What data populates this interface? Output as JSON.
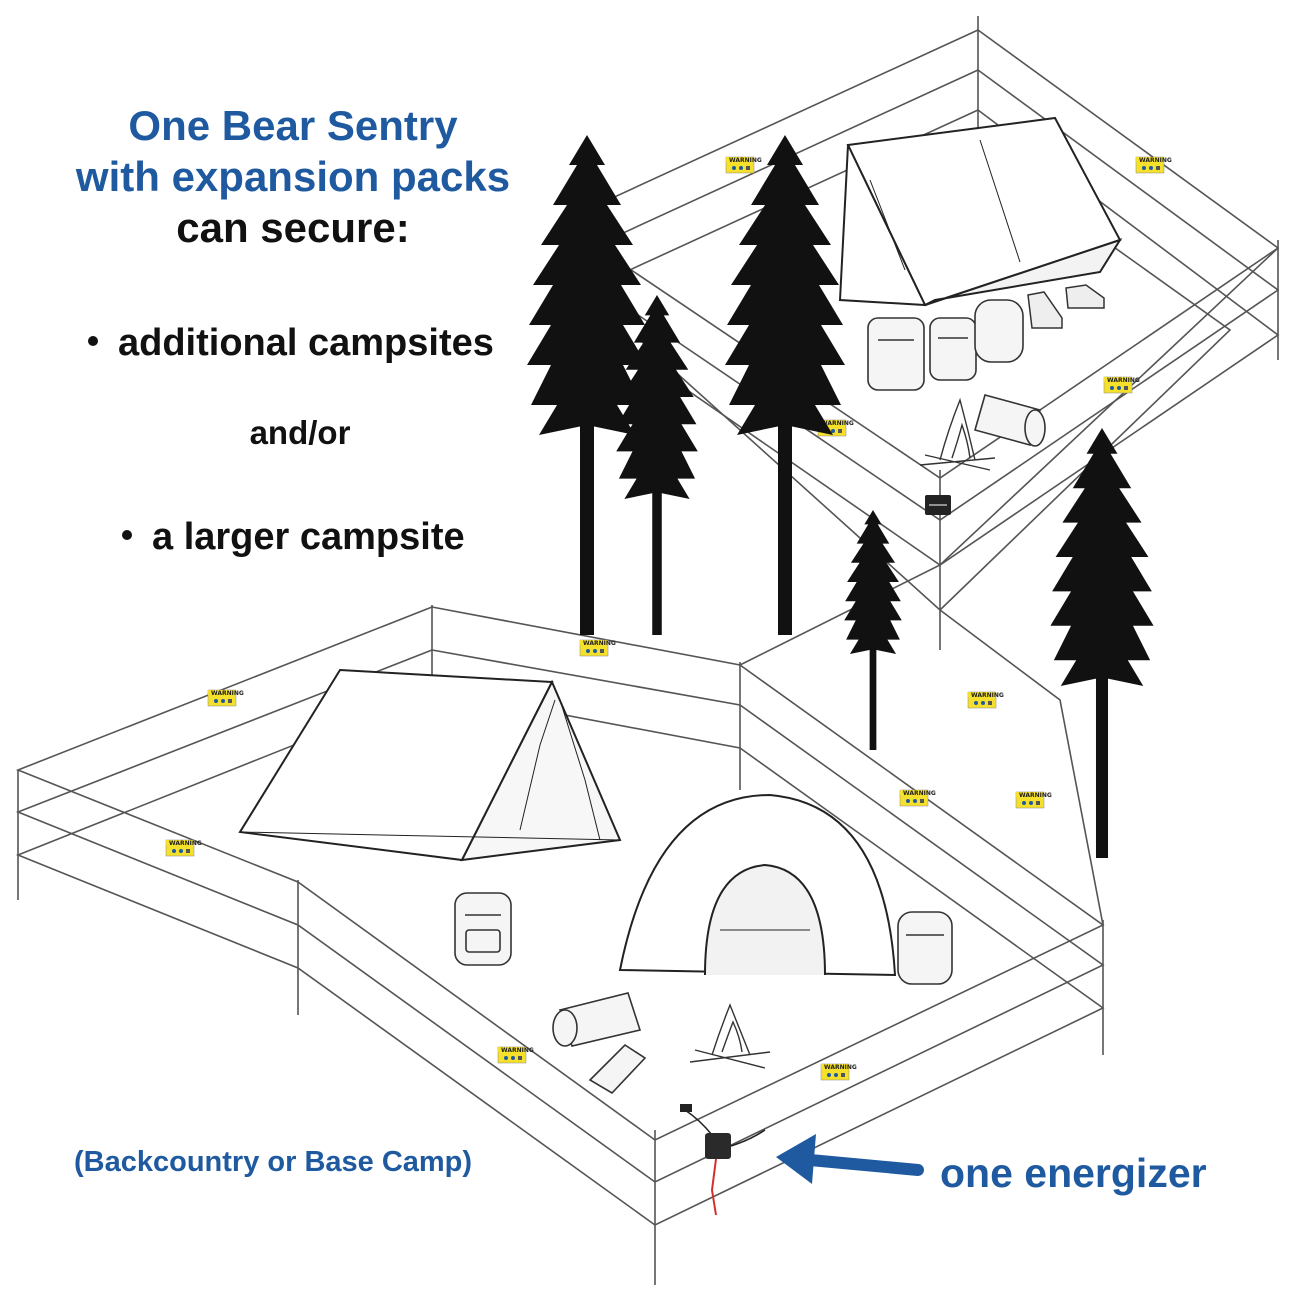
{
  "headline": {
    "line1": "One Bear Sentry",
    "line2": "with expansion packs",
    "line3": "can secure:"
  },
  "options": {
    "first": "additional campsites",
    "connector": "and/or",
    "second": "a larger campsite"
  },
  "caption": "(Backcountry or Base Camp)",
  "energizer_label": "one energizer",
  "warning_sign_text": "WARNING",
  "colors": {
    "accent_blue": "#1f5aa0",
    "text_black": "#111111",
    "warning_yellow": "#f5e12b",
    "wire_gray": "#555555",
    "tree_black": "#111111",
    "energizer_wire_red": "#d32f2f"
  },
  "icons": [
    "pine-tree-icon",
    "ridge-tent-icon",
    "dome-tent-icon",
    "backpack-icon",
    "campfire-icon",
    "log-icon",
    "sleeping-bag-icon",
    "hiking-boot-icon",
    "energizer-icon",
    "arrow-left-icon",
    "warning-sign-icon"
  ]
}
